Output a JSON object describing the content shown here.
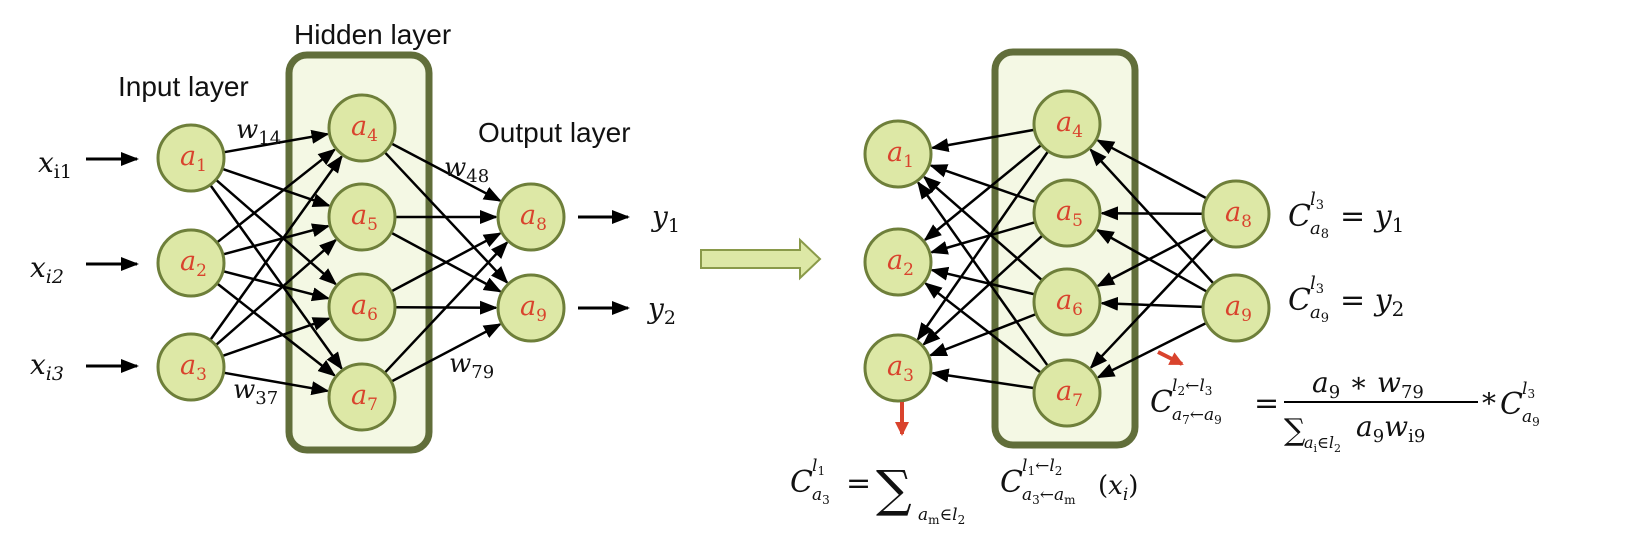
{
  "left": {
    "hidden_layer_label": "Hidden layer",
    "input_layer_label": "Input layer",
    "output_layer_label": "Output layer",
    "inputs": [
      {
        "base": "x",
        "sub": "i1"
      },
      {
        "base": "x",
        "sub": "i2"
      },
      {
        "base": "x",
        "sub": "i3"
      }
    ],
    "outputs": [
      {
        "base": "y",
        "sub": "1"
      },
      {
        "base": "y",
        "sub": "2"
      }
    ],
    "input_nodes": [
      {
        "base": "a",
        "sub": "1"
      },
      {
        "base": "a",
        "sub": "2"
      },
      {
        "base": "a",
        "sub": "3"
      }
    ],
    "hidden_nodes": [
      {
        "base": "a",
        "sub": "4"
      },
      {
        "base": "a",
        "sub": "5"
      },
      {
        "base": "a",
        "sub": "6"
      },
      {
        "base": "a",
        "sub": "7"
      }
    ],
    "output_nodes": [
      {
        "base": "a",
        "sub": "8"
      },
      {
        "base": "a",
        "sub": "9"
      }
    ],
    "weights": [
      {
        "base": "w",
        "sub": "14"
      },
      {
        "base": "w",
        "sub": "37"
      },
      {
        "base": "w",
        "sub": "48"
      },
      {
        "base": "w",
        "sub": "79"
      }
    ]
  },
  "right": {
    "input_nodes": [
      {
        "base": "a",
        "sub": "1"
      },
      {
        "base": "a",
        "sub": "2"
      },
      {
        "base": "a",
        "sub": "3"
      }
    ],
    "hidden_nodes": [
      {
        "base": "a",
        "sub": "4"
      },
      {
        "base": "a",
        "sub": "5"
      },
      {
        "base": "a",
        "sub": "6"
      },
      {
        "base": "a",
        "sub": "7"
      }
    ],
    "output_nodes": [
      {
        "base": "a",
        "sub": "8"
      },
      {
        "base": "a",
        "sub": "9"
      }
    ],
    "eq_a8": {
      "C": "C",
      "sub": "a8",
      "sup": "l3",
      "rhs": "= y",
      "rhs_sub": "1"
    },
    "eq_a9": {
      "C": "C",
      "sub": "a9",
      "sup": "l3",
      "rhs": "= y",
      "rhs_sub": "2"
    },
    "eq_a7a9": {
      "lhs_C": "C",
      "lhs_sup": "l2←l3",
      "lhs_sub": "a7←a9",
      "equals": "=",
      "numerator": "a9 * w79",
      "denominator_sum": "∑",
      "denominator_sum_sub": "ai∈l2",
      "denominator_term": "a9 wi9",
      "times": "*",
      "rhs_C": "C",
      "rhs_sup": "l3",
      "rhs_sub": "a9"
    },
    "eq_a3": {
      "lhs_C": "C",
      "lhs_sup": "l1",
      "lhs_sub": "a3",
      "equals": "=",
      "sum": "∑",
      "sum_sub": "am∈l2",
      "rhs_C": "C",
      "rhs_sup": "l1←l2",
      "rhs_sub": "a3←am",
      "rhs_arg": "(xi)"
    }
  },
  "colors": {
    "node_fill": "#dde8a6",
    "node_stroke": "#6e7f3a",
    "node_text": "#d9432d",
    "layer_box_fill": "#f4f8e4",
    "layer_box_stroke": "#616e3a",
    "arrow_big_fill": "#dde8a6",
    "red_arrow": "#d9432d",
    "line": "#000000"
  }
}
